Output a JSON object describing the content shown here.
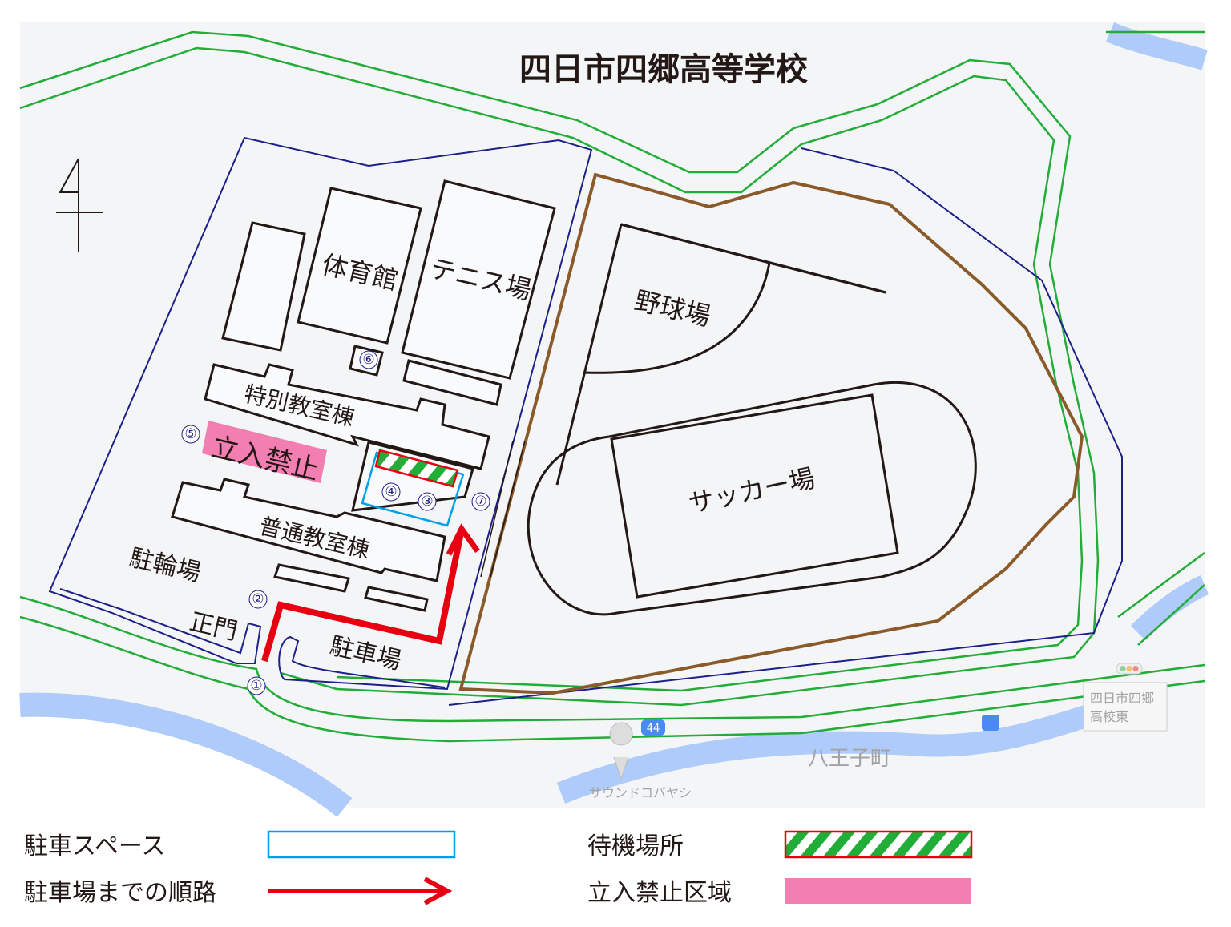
{
  "map": {
    "title": "四日市四郷高等学校",
    "facilities": {
      "gym": "体育館",
      "tennis": "テニス場",
      "baseball": "野球場",
      "special_building": "特別教室棟",
      "no_entry": "立入禁止",
      "general_building": "普通教室棟",
      "bike_parking": "駐輪場",
      "main_gate": "正門",
      "parking": "駐車場",
      "soccer": "サッカー場"
    },
    "markers": [
      "①",
      "②",
      "③",
      "④",
      "⑤",
      "⑥",
      "⑦"
    ],
    "background_labels": {
      "bus_stop": "四日市四郷\n高校東",
      "bus_stop_line1": "四日市四郷",
      "bus_stop_line2": "高校東",
      "town": "八王子町",
      "shop": "サウンドコバヤシ",
      "route_number": "44"
    },
    "colors": {
      "road": "#22ac38",
      "boundary": "#1d2088",
      "field_boundary": "#8b5a2b",
      "route": "#e60012",
      "parking_space": "#00a0e9",
      "no_entry": "#f27eb2",
      "waiting_stripe": "#22ac38"
    }
  },
  "legend": {
    "parking_space": "駐車スペース",
    "route": "駐車場までの順路",
    "waiting_area": "待機場所",
    "no_entry_area": "立入禁止区域"
  }
}
